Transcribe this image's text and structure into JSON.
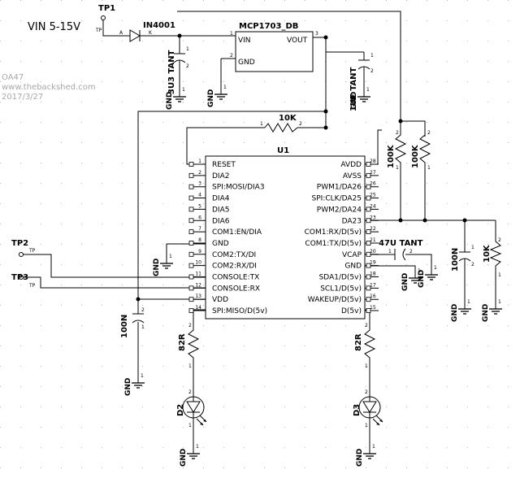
{
  "watermark": {
    "line1": "OA47",
    "line2": "www.thebackshed.com",
    "line3": "2017/3/27"
  },
  "vin_label": "VIN  5-15V",
  "tp1": {
    "name": "TP1",
    "pin": "TP"
  },
  "tp2": {
    "name": "TP2",
    "pin": "TP"
  },
  "tp3": {
    "name": "TP3",
    "pin": "TP"
  },
  "diode": {
    "name": "IN4001",
    "a": "A",
    "k": "K"
  },
  "cap_3u3": {
    "label": "3U3 TANT",
    "p1": "1",
    "p2": "2"
  },
  "reg": {
    "title": "MCP1703_DB",
    "vin": "VIN",
    "vout": "VOUT",
    "gnd": "GND",
    "pin1": "1",
    "pin2": "2",
    "pin3": "3"
  },
  "cap_1uf": {
    "label": "1UF TANT",
    "p1": "1",
    "p2": "2"
  },
  "r10k_top": {
    "label": "10K",
    "p1": "1",
    "p2": "2"
  },
  "r100k_a": {
    "label": "100K",
    "p1": "1",
    "p2": "2"
  },
  "r100k_b": {
    "label": "100K",
    "p1": "1",
    "p2": "2"
  },
  "ic": {
    "ref": "U1",
    "left_pins": [
      {
        "num": "1",
        "name": "RESET"
      },
      {
        "num": "2",
        "name": "DIA2"
      },
      {
        "num": "3",
        "name": "SPI:MOSI/DIA3"
      },
      {
        "num": "4",
        "name": "DIA4"
      },
      {
        "num": "5",
        "name": "DIA5"
      },
      {
        "num": "6",
        "name": "DIA6"
      },
      {
        "num": "7",
        "name": "COM1:EN/DIA"
      },
      {
        "num": "8",
        "name": "GND"
      },
      {
        "num": "9",
        "name": "COM2:TX/DI"
      },
      {
        "num": "10",
        "name": "COM2:RX/DI"
      },
      {
        "num": "11",
        "name": "CONSOLE:TX"
      },
      {
        "num": "12",
        "name": "CONSOLE:RX"
      },
      {
        "num": "13",
        "name": "VDD"
      },
      {
        "num": "14",
        "name": "SPI:MISO/D(5v)"
      }
    ],
    "right_pins": [
      {
        "num": "28",
        "name": "AVDD"
      },
      {
        "num": "27",
        "name": "AVSS"
      },
      {
        "num": "26",
        "name": "PWM1/DA26"
      },
      {
        "num": "25",
        "name": "SPI:CLK/DA25"
      },
      {
        "num": "24",
        "name": "PWM2/DA24"
      },
      {
        "num": "23",
        "name": "DA23"
      },
      {
        "num": "22",
        "name": "COM1:RX/D(5v)"
      },
      {
        "num": "21",
        "name": "COM1:TX/D(5v)"
      },
      {
        "num": "20",
        "name": "VCAP"
      },
      {
        "num": "19",
        "name": "GND"
      },
      {
        "num": "18",
        "name": "SDA1/D(5v)"
      },
      {
        "num": "17",
        "name": "SCL1/D(5v)"
      },
      {
        "num": "16",
        "name": "WAKEUP/D(5v)"
      },
      {
        "num": "15",
        "name": "D(5v)"
      }
    ]
  },
  "cap_47u": {
    "label": "47U TANT",
    "p1": "1",
    "p2": "2"
  },
  "cap_100n_right": {
    "label": "100N",
    "p1": "1",
    "p2": "2"
  },
  "r10k_right": {
    "label": "10K",
    "p1": "1",
    "p2": "2"
  },
  "cap_100n_left": {
    "label": "100N",
    "p1": "1",
    "p2": "2"
  },
  "r82_left": {
    "label": "82R",
    "p1": "1",
    "p2": "2"
  },
  "r82_right": {
    "label": "82R",
    "p1": "1",
    "p2": "2"
  },
  "led_left": {
    "label": "D2",
    "p1": "1",
    "p2": "2"
  },
  "led_right": {
    "label": "D3",
    "p1": "1",
    "p2": "2"
  },
  "gnd_label": "GND",
  "pin_one": "1"
}
